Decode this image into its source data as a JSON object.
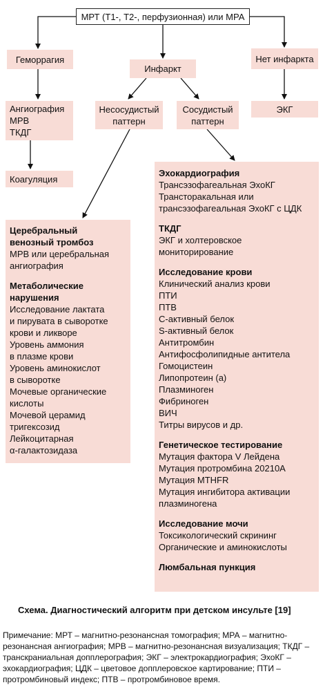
{
  "top_box": "МРТ (Т1-, Т2-, перфузионная) или МРА",
  "hemorrhage": "Геморрагия",
  "infarct": "Инфаркт",
  "no_infarct": "Нет инфаркта",
  "hem_tests": [
    "Ангиография",
    "МРВ",
    "ТКДГ"
  ],
  "coagulation": "Коагуляция",
  "nonvascular": [
    "Несосудистый",
    "паттерн"
  ],
  "vascular": [
    "Сосудистый",
    "паттерн"
  ],
  "ekg": "ЭКГ",
  "left_box": {
    "s1_title": [
      "Церебральный",
      "венозный тромбоз"
    ],
    "s1_items": [
      "МРВ или церебральная",
      "ангиография"
    ],
    "s2_title": [
      "Метаболические",
      "нарушения"
    ],
    "s2_items": [
      "Исследование лактата",
      "и пирувата в сыворотке",
      "крови и ликворе",
      "Уровень аммония",
      "в плазме крови",
      "Уровень аминокислот",
      "в сыворотке",
      "Мочевые органические",
      "кислоты",
      "Мочевой церамид",
      "тригексозид",
      "Лейкоцитарная",
      "α-галактозидаза"
    ]
  },
  "right_box": {
    "s1_title": "Эхокардиография",
    "s1_items": [
      "Трансэзофагеальная ЭхоКГ",
      "Трансторакальная или",
      "трансэзофагеальная ЭхоКГ с ЦДК"
    ],
    "s2_title": "ТКДГ",
    "s2_items": [
      "ЭКГ и холтеровское",
      "мониторирование"
    ],
    "s3_title": "Исследование крови",
    "s3_items": [
      "Клинический анализ крови",
      "ПТИ",
      "ПТВ",
      "С-активный белок",
      "S-активный белок",
      "Антитромбин",
      "Антифосфолипидные антитела",
      "Гомоцистеин",
      "Липопротеин (а)",
      "Плазминоген",
      "Фибриноген",
      "ВИЧ",
      "Титры вирусов и др."
    ],
    "s4_title": "Генетическое тестирование",
    "s4_items": [
      "Мутация фактора V Лейдена",
      "Мутация протромбина 20210А",
      "Мутация MTHFR",
      "Мутация ингибитора активации",
      "плазминогена"
    ],
    "s5_title": "Исследование мочи",
    "s5_items": [
      "Токсикологический скрининг",
      "Органические и аминокислоты"
    ],
    "s6_title": "Люмбальная пункция"
  },
  "caption": "Схема. Диагностический алгоритм при детском инсульте [19]",
  "note": "Примечание: МРТ – магнитно-резонансная томография; МРА – магнитно-резонансная ангиография; МРВ – магнитно-резонансная визуализация; ТКДГ – транскраниальная допплерография; ЭКГ – электрокардиография; ЭхоКГ – эхокардиография; ЦДК – цветовое допплеровское картирование; ПТИ – протромбиновый индекс; ПТВ – протромбиновое время.",
  "colors": {
    "box_fill": "#f8dcd6",
    "arrow": "#111111"
  }
}
